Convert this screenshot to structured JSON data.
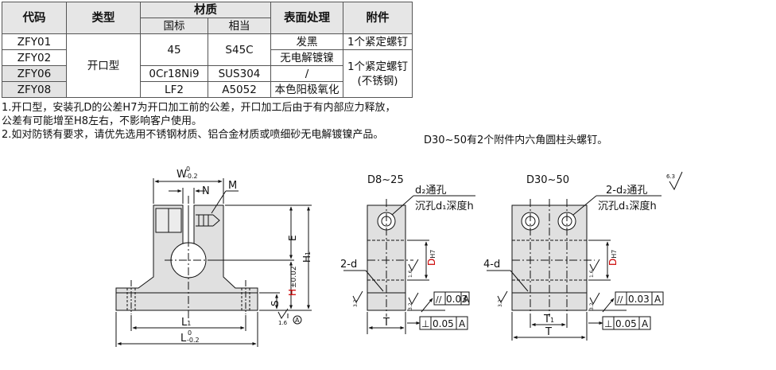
{
  "table": {
    "headers": {
      "code": "代码",
      "type": "类型",
      "material": "材质",
      "material_gb": "国标",
      "material_equiv": "相当",
      "surface": "表面处理",
      "accessory": "附件"
    },
    "rows": [
      {
        "code": "ZFY01"
      },
      {
        "code": "ZFY02"
      },
      {
        "code": "ZFY06"
      },
      {
        "code": "ZFY08"
      }
    ],
    "type_merged": "开口型",
    "material_gb": [
      "45",
      "0Cr18Ni9",
      "LF2"
    ],
    "material_equiv": [
      "S45C",
      "SUS304",
      "A5052"
    ],
    "surface": [
      "发黑",
      "无电解镀镍",
      "/",
      "本色阳极氧化"
    ],
    "accessory": [
      "1个紧定螺钉",
      "1个紧定螺钉",
      "(不锈钢)"
    ]
  },
  "notes": [
    "1.开口型，安装孔D的公差H7为开口加工前的公差，开口加工后由于有内部应力释放，",
    "公差有可能增至H8左右，不影响客户使用。",
    "2.如对防锈有要求，请优先选用不锈钢材质、铝合金材质或喷细砂无电解镀镍产品。"
  ],
  "aside_note": "D30~50有2个附件内六角圆柱头螺钉。",
  "drawing": {
    "front": {
      "W": "W",
      "W_tol": "0",
      "W_tol2": "-0.2",
      "N": "N",
      "M": "M",
      "E": "E",
      "H1": "H",
      "H1_sub": "1",
      "H": "H",
      "H_tol": "±0.02",
      "S": "S",
      "L1": "L",
      "L1_sub": "1",
      "L": "L",
      "L_tol": "0",
      "L_tol2": "-0.2",
      "rough": "1.6",
      "datum": "A"
    },
    "small": {
      "title": "D8~25",
      "hole1": "d₂通孔",
      "hole2": "沉孔d₁深度h",
      "d_label": "2-d",
      "D": "D",
      "D_sub": "H7",
      "rough1": "1.6",
      "rough2": "3.2",
      "par": "//",
      "par_val": "0.03",
      "par_ref": "A",
      "perp": "⊥",
      "perp_val": "0.05",
      "perp_ref": "A",
      "T": "T"
    },
    "large": {
      "title": "D30~50",
      "hole1": "2-d₂通孔",
      "hole2": "沉孔d₁深度h",
      "d_label": "4-d",
      "D": "D",
      "D_sub": "H7",
      "rough1": "1.6",
      "rough2": "3.2",
      "par": "//",
      "par_val": "0.03",
      "par_ref": "A",
      "perp": "⊥",
      "perp_val": "0.05",
      "perp_ref": "A",
      "T1": "T",
      "T1_sub": "1",
      "T": "T",
      "surface_rough": "6.3"
    }
  }
}
